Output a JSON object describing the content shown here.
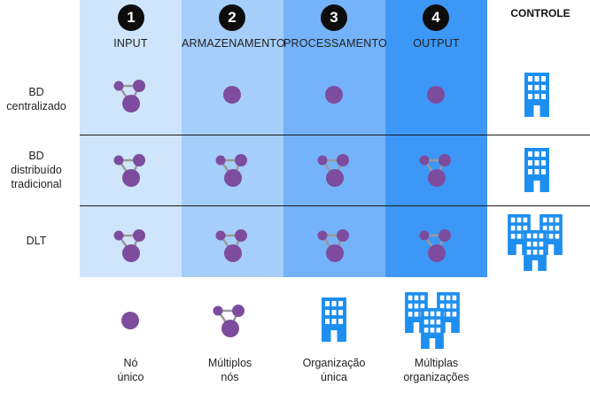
{
  "stages": [
    {
      "number": "1",
      "label": "INPUT",
      "color": "#cfe5fb"
    },
    {
      "number": "2",
      "label": "ARMAZENAMENTO",
      "color": "#a6cefa"
    },
    {
      "number": "3",
      "label": "PROCESSAMENTO",
      "color": "#74b3f9"
    },
    {
      "number": "4",
      "label": "OUTPUT",
      "color": "#3d97f7"
    }
  ],
  "control_header": "CONTROLE",
  "rows": [
    {
      "label": "BD\ncentralizado",
      "cells": [
        "multi-node",
        "single-node",
        "single-node",
        "single-node"
      ],
      "control": "single-organization"
    },
    {
      "label": "BD\ndistribuído\ntradicional",
      "cells": [
        "multi-node",
        "multi-node",
        "multi-node",
        "multi-node"
      ],
      "control": "single-organization"
    },
    {
      "label": "DLT",
      "cells": [
        "multi-node",
        "multi-node",
        "multi-node",
        "multi-node"
      ],
      "control": "multiple-organizations"
    }
  ],
  "legend": [
    {
      "icon": "single-node",
      "label": "Nó\núnico"
    },
    {
      "icon": "multi-node",
      "label": "Múltiplos\nnós"
    },
    {
      "icon": "single-organization",
      "label": "Organização\núnica"
    },
    {
      "icon": "multiple-organizations",
      "label": "Múltiplas\norganizações"
    }
  ],
  "colors": {
    "node": "#7d4c9e",
    "node_link": "#9a9a9a",
    "building": "#1e8ff0",
    "window": "#ffffff"
  }
}
